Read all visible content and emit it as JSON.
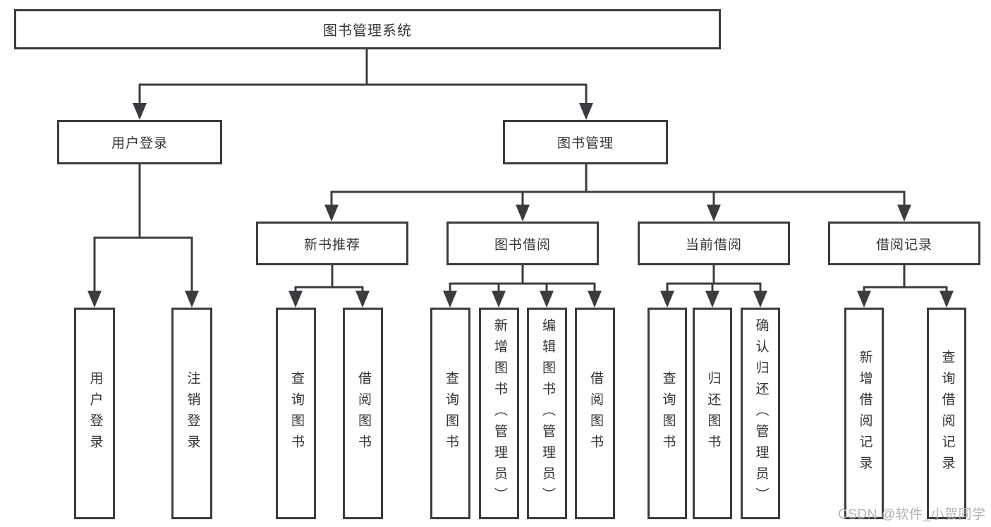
{
  "diagram": {
    "type": "hierarchy-tree",
    "nodes": {
      "root": {
        "label": "图书管理系统"
      },
      "user_login": {
        "label": "用户登录"
      },
      "book_mgmt": {
        "label": "图书管理"
      },
      "new_rec": {
        "label": "新书推荐"
      },
      "book_borrow": {
        "label": "图书借阅"
      },
      "cur_borrow": {
        "label": "当前借阅"
      },
      "records": {
        "label": "借阅记录"
      },
      "ul_login": {
        "label": "用户登录"
      },
      "ul_logout": {
        "label": "注销登录"
      },
      "nr_query": {
        "label": "查询图书"
      },
      "nr_borrow": {
        "label": "借阅图书"
      },
      "bb_query": {
        "label": "查询图书"
      },
      "bb_add": {
        "label": "新增图书（管理员）"
      },
      "bb_edit": {
        "label": "编辑图书（管理员）"
      },
      "bb_borrow": {
        "label": "借阅图书"
      },
      "cb_query": {
        "label": "查询图书"
      },
      "cb_return": {
        "label": "归还图书"
      },
      "cb_confirm": {
        "label": "确认归还（管理员）"
      },
      "br_add": {
        "label": "新增借阅记录"
      },
      "br_query": {
        "label": "查询借阅记录"
      }
    },
    "edges": [
      [
        "root",
        "user_login"
      ],
      [
        "root",
        "book_mgmt"
      ],
      [
        "user_login",
        "ul_login"
      ],
      [
        "user_login",
        "ul_logout"
      ],
      [
        "book_mgmt",
        "new_rec"
      ],
      [
        "book_mgmt",
        "book_borrow"
      ],
      [
        "book_mgmt",
        "cur_borrow"
      ],
      [
        "book_mgmt",
        "records"
      ],
      [
        "new_rec",
        "nr_query"
      ],
      [
        "new_rec",
        "nr_borrow"
      ],
      [
        "book_borrow",
        "bb_query"
      ],
      [
        "book_borrow",
        "bb_add"
      ],
      [
        "book_borrow",
        "bb_edit"
      ],
      [
        "book_borrow",
        "bb_borrow"
      ],
      [
        "cur_borrow",
        "cb_query"
      ],
      [
        "cur_borrow",
        "cb_return"
      ],
      [
        "cur_borrow",
        "cb_confirm"
      ],
      [
        "records",
        "br_add"
      ],
      [
        "records",
        "br_query"
      ]
    ],
    "colors": {
      "line": "#3b3c40",
      "text": "#333538",
      "watermark": "#b3b3b6",
      "background": "#ffffff"
    }
  },
  "watermark": {
    "text": "CSDN @软件_小贺同学"
  }
}
